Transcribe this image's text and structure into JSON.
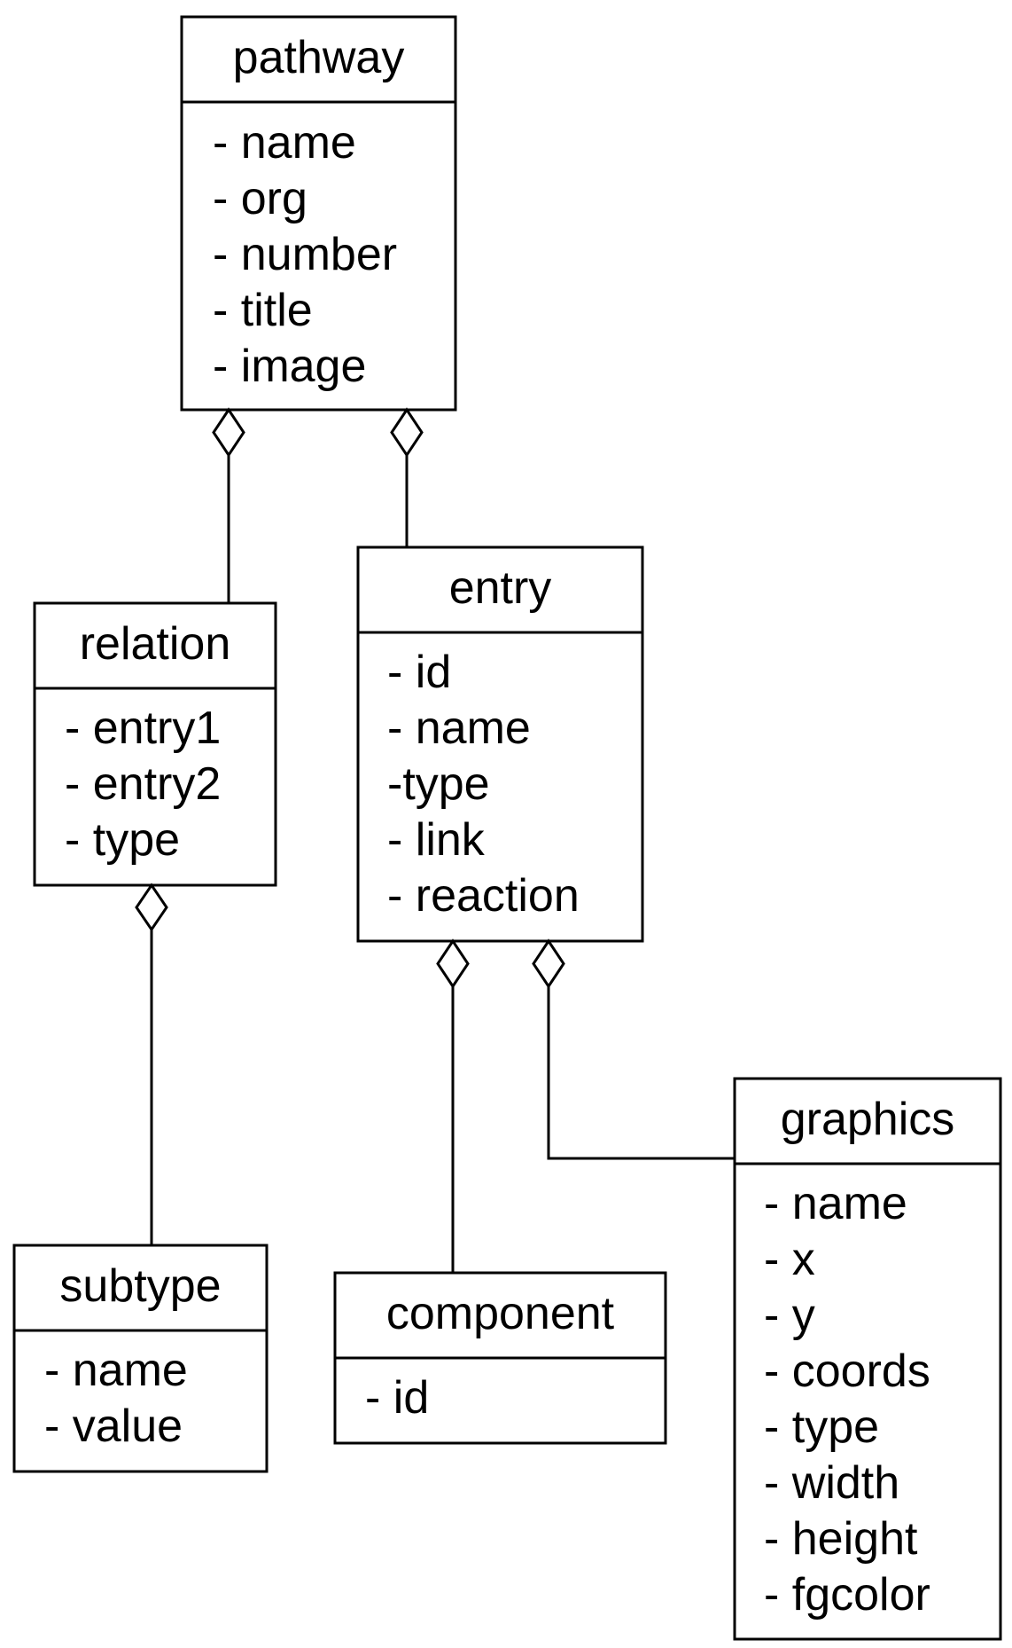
{
  "classes": {
    "pathway": {
      "name": "pathway",
      "attributes": [
        "- name",
        "- org",
        "- number",
        "- title",
        "- image"
      ]
    },
    "relation": {
      "name": "relation",
      "attributes": [
        "- entry1",
        "- entry2",
        "- type"
      ]
    },
    "entry": {
      "name": "entry",
      "attributes": [
        "- id",
        "- name",
        "-type",
        "- link",
        "- reaction"
      ]
    },
    "subtype": {
      "name": "subtype",
      "attributes": [
        "- name",
        "- value"
      ]
    },
    "component": {
      "name": "component",
      "attributes": [
        "- id"
      ]
    },
    "graphics": {
      "name": "graphics",
      "attributes": [
        "- name",
        "- x",
        "- y",
        "- coords",
        "- type",
        "- width",
        "- height",
        "- fgcolor"
      ]
    }
  },
  "relations": [
    {
      "whole": "pathway",
      "part": "relation",
      "kind": "aggregation"
    },
    {
      "whole": "pathway",
      "part": "entry",
      "kind": "aggregation"
    },
    {
      "whole": "relation",
      "part": "subtype",
      "kind": "aggregation"
    },
    {
      "whole": "entry",
      "part": "component",
      "kind": "aggregation"
    },
    {
      "whole": "entry",
      "part": "graphics",
      "kind": "aggregation"
    }
  ]
}
